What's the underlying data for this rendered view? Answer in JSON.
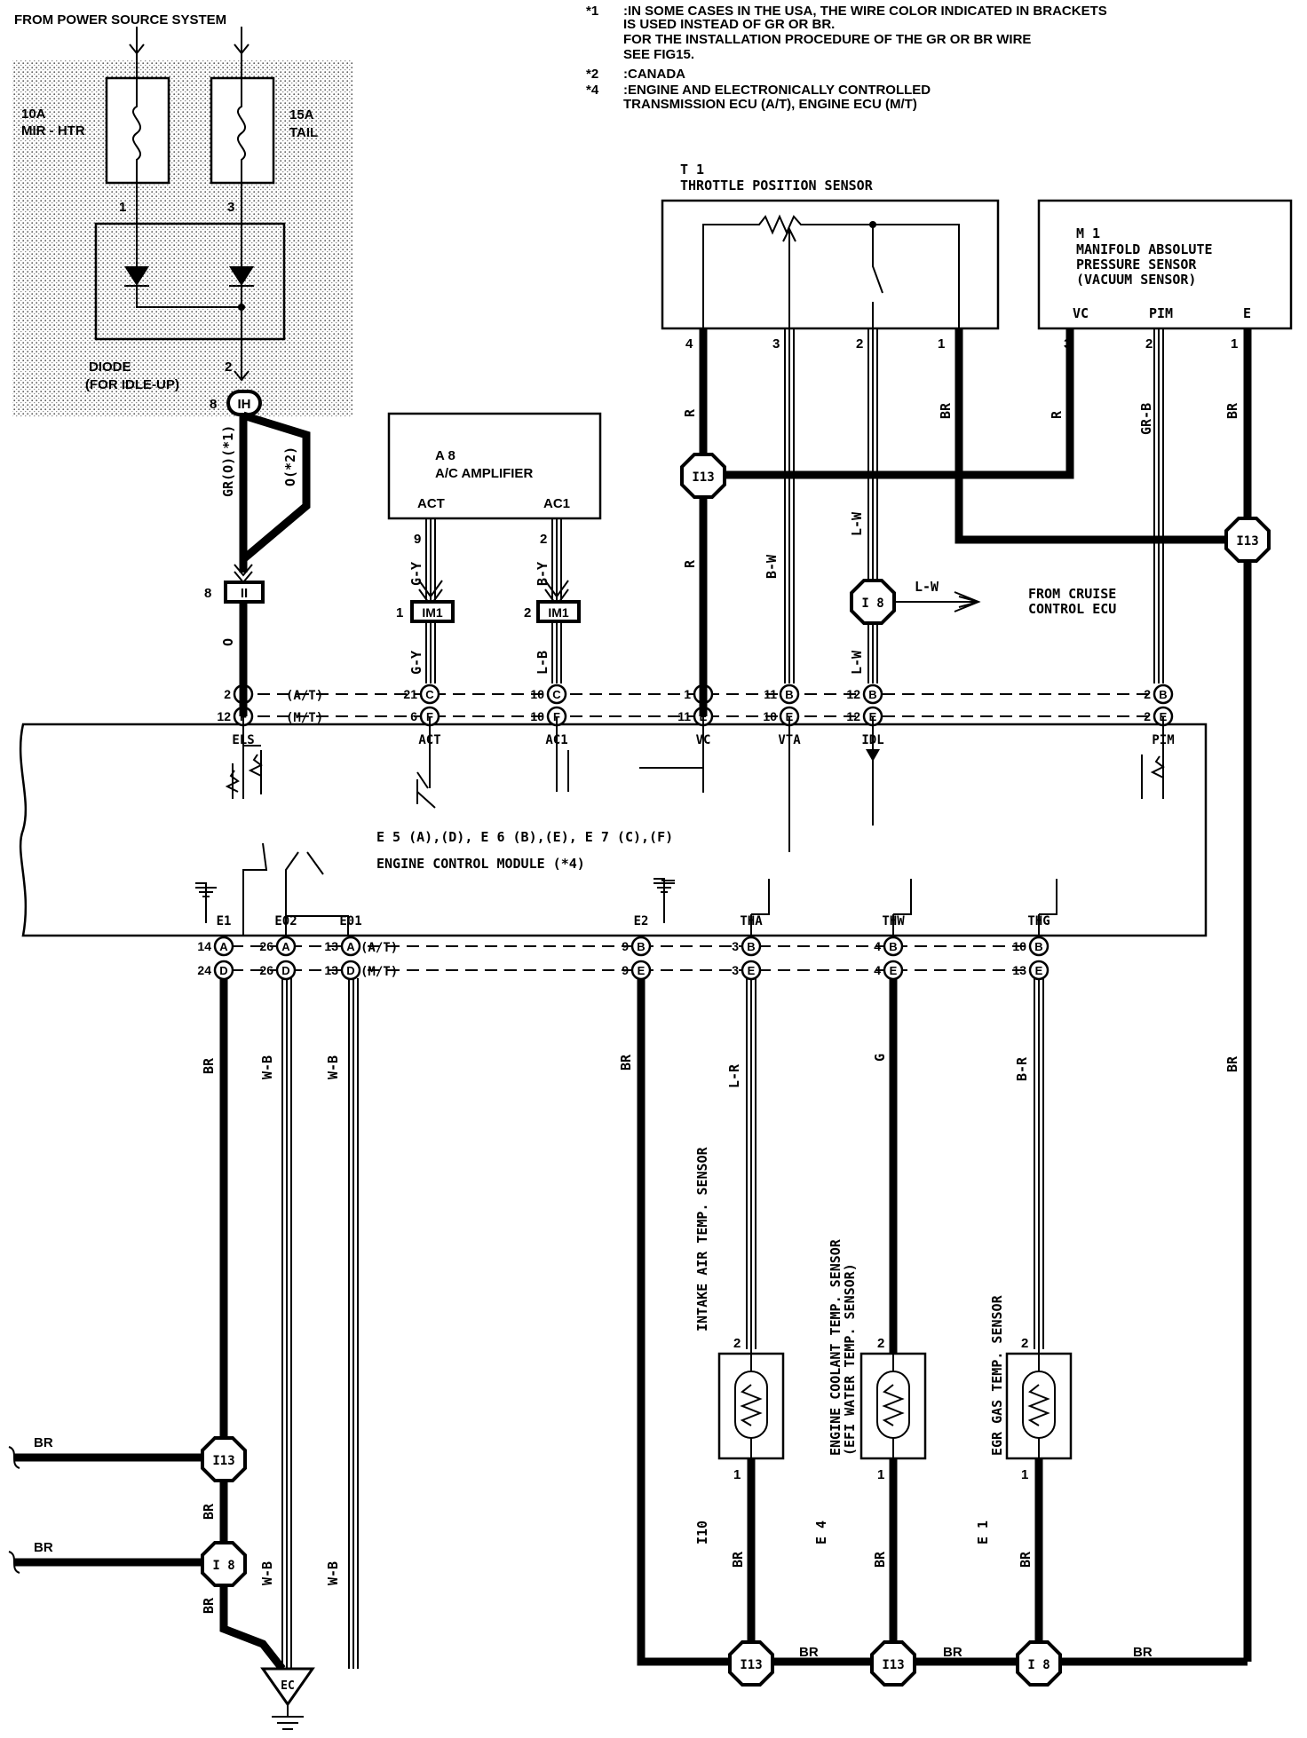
{
  "header": {
    "source": "FROM POWER SOURCE SYSTEM"
  },
  "notes": [
    {
      "mark": "*1",
      "lines": [
        ":IN SOME CASES IN THE USA, THE WIRE COLOR INDICATED IN BRACKETS",
        " IS USED INSTEAD OF GR OR BR.",
        " FOR THE INSTALLATION PROCEDURE OF THE GR OR BR WIRE",
        " SEE FIG15."
      ]
    },
    {
      "mark": "*2",
      "lines": [
        ":CANADA"
      ]
    },
    {
      "mark": "*4",
      "lines": [
        ":ENGINE AND ELECTRONICALLY CONTROLLED",
        " TRANSMISSION ECU (A/T), ENGINE ECU (M/T)"
      ]
    }
  ],
  "fuses": [
    {
      "rating": "10A",
      "name": "MIR - HTR",
      "pin": "1"
    },
    {
      "rating": "15A",
      "name": "TAIL",
      "pin": "3"
    }
  ],
  "diode": {
    "label": "DIODE",
    "sub": "(FOR IDLE-UP)",
    "pin": "2"
  },
  "connectors": {
    "ih": "IH",
    "ih_pin": "8",
    "ii": "II",
    "ii_pin": "8",
    "im1": "IM1",
    "im1_pin_a": "1",
    "im1_pin_b": "2",
    "i13": "I13",
    "i8": "I 8",
    "ec": "EC"
  },
  "wires": {
    "gr_o": "GR(O)(*1)",
    "o_2": "O(*2)",
    "o": "O",
    "r": "R",
    "br": "BR",
    "b_w": "B-W",
    "l_w": "L-W",
    "gr_b": "GR-B",
    "g_y": "G-Y",
    "b_y": "B-Y",
    "l_b": "L-B",
    "w_b": "W-B",
    "l_r": "L-R",
    "g": "G",
    "b_r": "B-R"
  },
  "amp": {
    "code": "A 8",
    "name": "A/C AMPLIFIER",
    "act": "ACT",
    "ac1": "AC1",
    "act_pin": "9",
    "ac1_pin": "2"
  },
  "tps": {
    "code": "T 1",
    "name": "THROTTLE POSITION SENSOR",
    "pins": [
      "4",
      "3",
      "2",
      "1"
    ]
  },
  "map_sensor": {
    "code": "M 1",
    "l1": "MANIFOLD ABSOLUTE",
    "l2": "PRESSURE SENSOR",
    "l3": "(VACUUM SENSOR)",
    "vc": "VC",
    "pim": "PIM",
    "e": "E",
    "pins": [
      "3",
      "2",
      "1"
    ]
  },
  "cruise": {
    "l1": "FROM CRUISE",
    "l2": "CONTROL ECU"
  },
  "ecm": {
    "name": "ENGINE CONTROL MODULE (*4)",
    "codes": "E 5 (A),(D), E 6 (B),(E), E 7 (C),(F)",
    "at": "(A/T)",
    "mt": "(M/T)",
    "top_terms": [
      "ELS",
      "ACT",
      "AC1",
      "VC",
      "VTA",
      "IDL",
      "PIM"
    ],
    "bot_terms": [
      "E1",
      "E02",
      "E01",
      "E2",
      "THA",
      "THW",
      "THG"
    ],
    "top_at": [
      "2",
      "21",
      "10",
      "1",
      "11",
      "12",
      "2"
    ],
    "top_mt": [
      "12",
      "6",
      "10",
      "11",
      "10",
      "12",
      "2"
    ],
    "top_at_conn": [
      "C",
      "C",
      "C",
      "B",
      "B",
      "B",
      "B"
    ],
    "top_mt_conn": [
      "F",
      "F",
      "F",
      "E",
      "E",
      "E",
      "E"
    ],
    "bot_at": [
      "14",
      "26",
      "13",
      "9",
      "3",
      "4",
      "10"
    ],
    "bot_mt": [
      "24",
      "26",
      "13",
      "9",
      "3",
      "4",
      "13"
    ],
    "bot_at_conn": [
      "A",
      "A",
      "A",
      "B",
      "B",
      "B",
      "B"
    ],
    "bot_mt_conn": [
      "D",
      "D",
      "D",
      "E",
      "E",
      "E",
      "E"
    ]
  },
  "sensors": [
    {
      "code": "I10",
      "name": "INTAKE AIR TEMP. SENSOR"
    },
    {
      "code": "E 4",
      "name": "ENGINE COOLANT TEMP. SENSOR",
      "sub": "(EFI WATER TEMP. SENSOR)"
    },
    {
      "code": "E 1",
      "name": "EGR GAS TEMP. SENSOR"
    }
  ],
  "sensor_pins": {
    "top": "2",
    "bottom": "1"
  }
}
